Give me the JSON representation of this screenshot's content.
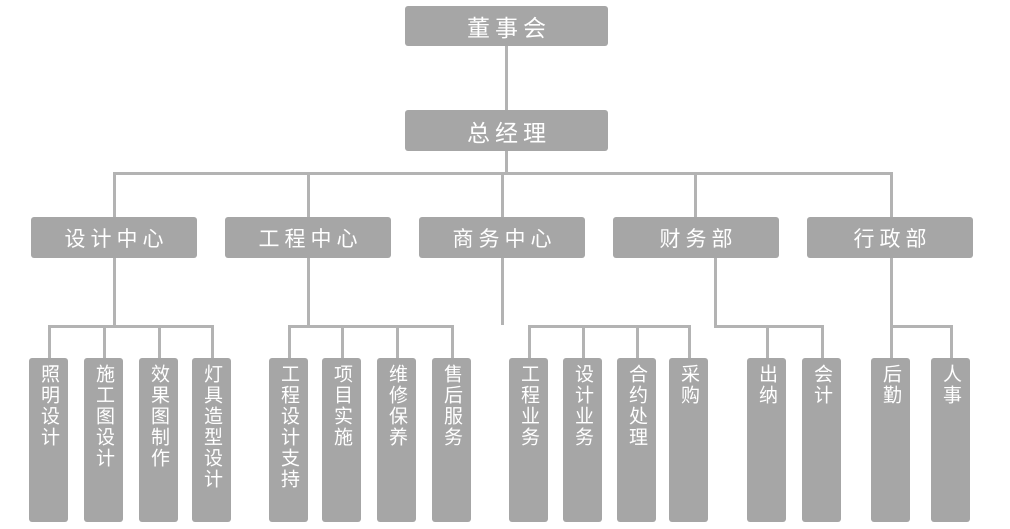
{
  "chart_data": {
    "type": "diagram",
    "diagram_type": "organization-chart",
    "title": "",
    "orientation": "top-down",
    "node_fill_color": "#a6a6a6",
    "connector_color": "#b3b3b3",
    "text_color": "#ffffff",
    "background_color": "#ffffff",
    "levels": 3,
    "nodes": [
      {
        "id": "board",
        "label": "董事会",
        "level": 0,
        "parent": null
      },
      {
        "id": "gm",
        "label": "总经理",
        "level": 1,
        "parent": "board"
      },
      {
        "id": "design-center",
        "label": "设计中心",
        "level": 2,
        "parent": "gm"
      },
      {
        "id": "engineering-center",
        "label": "工程中心",
        "level": 2,
        "parent": "gm"
      },
      {
        "id": "business-center",
        "label": "商务中心",
        "level": 2,
        "parent": "gm"
      },
      {
        "id": "finance-dept",
        "label": "财务部",
        "level": 2,
        "parent": "gm"
      },
      {
        "id": "admin-dept",
        "label": "行政部",
        "level": 2,
        "parent": "gm"
      },
      {
        "id": "lighting-design",
        "label": "照明设计",
        "level": 3,
        "parent": "design-center"
      },
      {
        "id": "construction-drawing-design",
        "label": "施工图设计",
        "level": 3,
        "parent": "design-center"
      },
      {
        "id": "rendering-production",
        "label": "效果图制作",
        "level": 3,
        "parent": "design-center"
      },
      {
        "id": "luminaire-styling-design",
        "label": "灯具造型设计",
        "level": 3,
        "parent": "design-center"
      },
      {
        "id": "engineering-design-support",
        "label": "工程设计支持",
        "level": 3,
        "parent": "engineering-center"
      },
      {
        "id": "project-implementation",
        "label": "项目实施",
        "level": 3,
        "parent": "engineering-center"
      },
      {
        "id": "maintenance",
        "label": "维修保养",
        "level": 3,
        "parent": "engineering-center"
      },
      {
        "id": "after-sales-service",
        "label": "售后服务",
        "level": 3,
        "parent": "engineering-center"
      },
      {
        "id": "engineering-business",
        "label": "工程业务",
        "level": 3,
        "parent": "business-center"
      },
      {
        "id": "design-business",
        "label": "设计业务",
        "level": 3,
        "parent": "business-center"
      },
      {
        "id": "contract-processing",
        "label": "合约处理",
        "level": 3,
        "parent": "business-center"
      },
      {
        "id": "procurement",
        "label": "采购",
        "level": 3,
        "parent": "business-center"
      },
      {
        "id": "cashier",
        "label": "出纳",
        "level": 3,
        "parent": "finance-dept"
      },
      {
        "id": "accounting",
        "label": "会计",
        "level": 3,
        "parent": "finance-dept"
      },
      {
        "id": "logistics",
        "label": "后勤",
        "level": 3,
        "parent": "admin-dept"
      },
      {
        "id": "human-resources",
        "label": "人事",
        "level": 3,
        "parent": "admin-dept"
      }
    ]
  },
  "org": {
    "board": {
      "label": "董事会"
    },
    "general_manager": {
      "label": "总经理"
    },
    "divisions": [
      {
        "label": "设计中心",
        "children": [
          {
            "label": "照明设计"
          },
          {
            "label": "施工图设计"
          },
          {
            "label": "效果图制作"
          },
          {
            "label": "灯具造型设计"
          }
        ]
      },
      {
        "label": "工程中心",
        "children": [
          {
            "label": "工程设计支持"
          },
          {
            "label": "项目实施"
          },
          {
            "label": "维修保养"
          },
          {
            "label": "售后服务"
          }
        ]
      },
      {
        "label": "商务中心",
        "children": [
          {
            "label": "工程业务"
          },
          {
            "label": "设计业务"
          },
          {
            "label": "合约处理"
          },
          {
            "label": "采购"
          }
        ]
      },
      {
        "label": "财务部",
        "children": [
          {
            "label": "出纳"
          },
          {
            "label": "会计"
          }
        ]
      },
      {
        "label": "行政部",
        "children": [
          {
            "label": "后勤"
          },
          {
            "label": "人事"
          }
        ]
      }
    ]
  }
}
